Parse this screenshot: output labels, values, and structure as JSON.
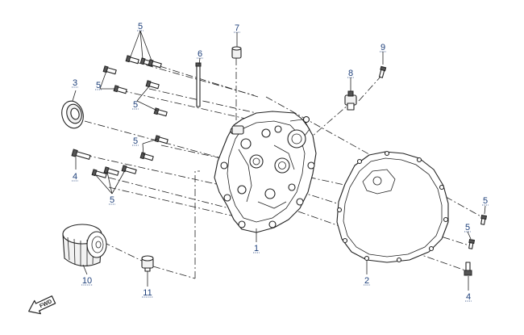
{
  "callouts": {
    "c1": "1",
    "c2": "2",
    "c3": "3",
    "c4a": "4",
    "c4b": "4",
    "c5a": "5",
    "c5b": "5",
    "c5c": "5",
    "c5d": "5",
    "c5e": "5",
    "c5f": "5",
    "c5g": "5",
    "c6": "6",
    "c7": "7",
    "c8": "8",
    "c9": "9",
    "c10": "10",
    "c11": "11"
  },
  "direction_arrow": {
    "label": "FWD"
  }
}
